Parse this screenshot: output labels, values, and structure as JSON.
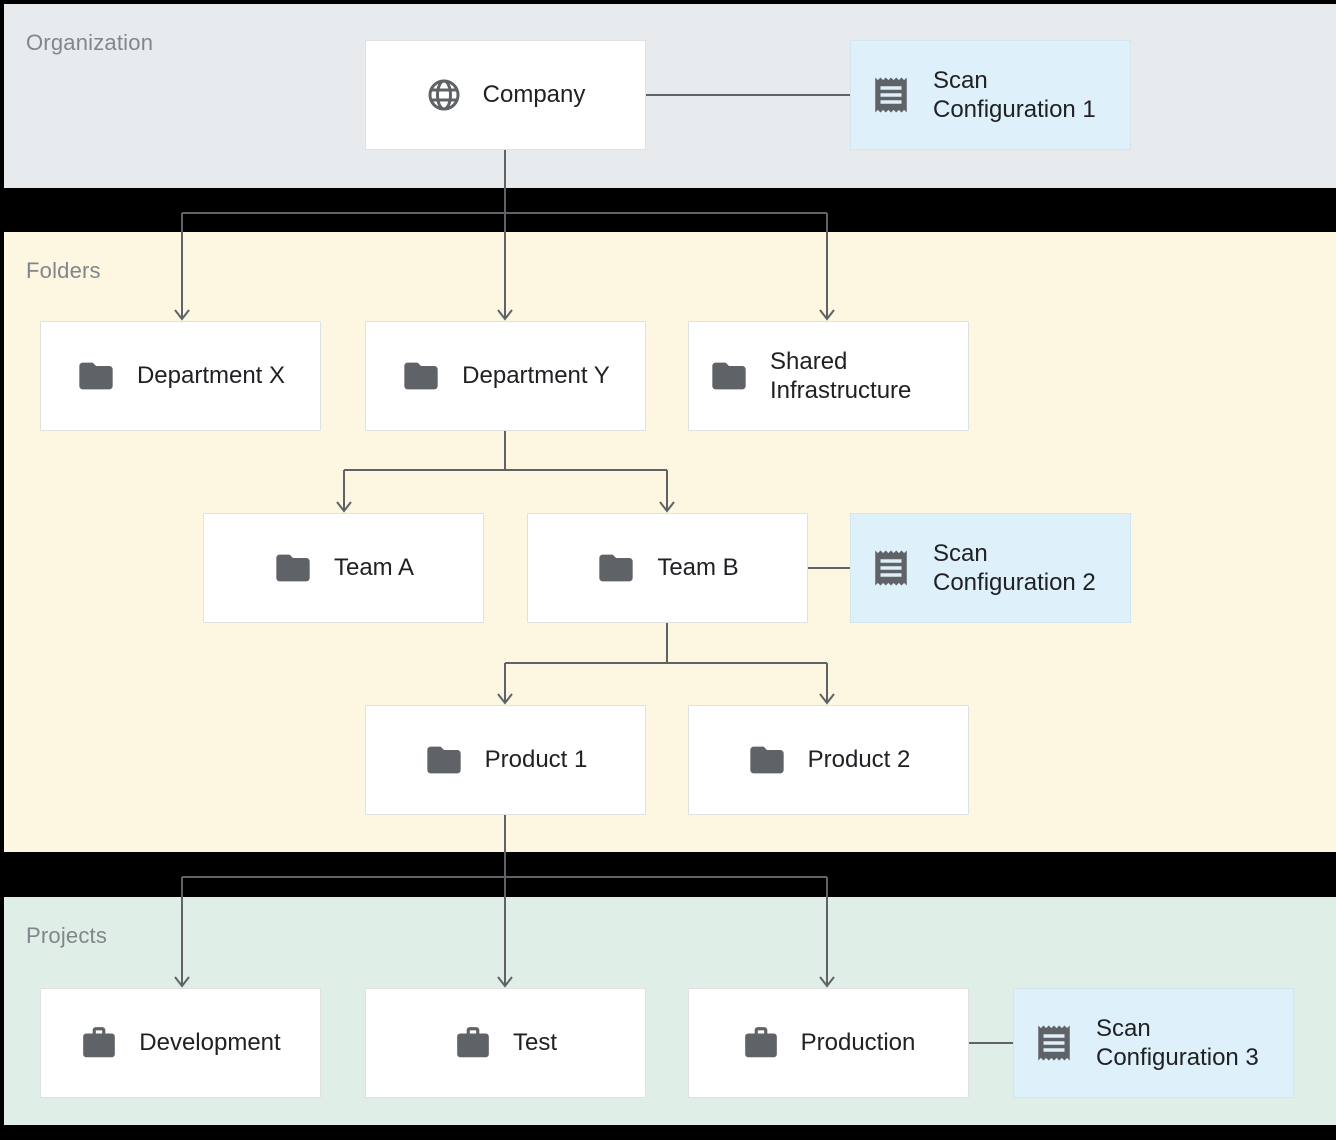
{
  "bands": {
    "organization": {
      "label": "Organization"
    },
    "folders": {
      "label": "Folders"
    },
    "projects": {
      "label": "Projects"
    }
  },
  "nodes": {
    "company": {
      "label": "Company",
      "icon": "globe-icon",
      "band": "organization"
    },
    "scan_config_1": {
      "label": "Scan Configuration 1",
      "icon": "receipt-icon",
      "band": "organization"
    },
    "department_x": {
      "label": "Department X",
      "icon": "folder-icon",
      "band": "folders"
    },
    "department_y": {
      "label": "Department Y",
      "icon": "folder-icon",
      "band": "folders"
    },
    "shared_infrastructure": {
      "label": "Shared Infrastructure",
      "icon": "folder-icon",
      "band": "folders"
    },
    "team_a": {
      "label": "Team A",
      "icon": "folder-icon",
      "band": "folders"
    },
    "team_b": {
      "label": "Team B",
      "icon": "folder-icon",
      "band": "folders"
    },
    "scan_config_2": {
      "label": "Scan Configuration 2",
      "icon": "receipt-icon",
      "band": "folders"
    },
    "product_1": {
      "label": "Product 1",
      "icon": "folder-icon",
      "band": "folders"
    },
    "product_2": {
      "label": "Product 2",
      "icon": "folder-icon",
      "band": "folders"
    },
    "development": {
      "label": "Development",
      "icon": "briefcase-icon",
      "band": "projects"
    },
    "test": {
      "label": "Test",
      "icon": "briefcase-icon",
      "band": "projects"
    },
    "production": {
      "label": "Production",
      "icon": "briefcase-icon",
      "band": "projects"
    },
    "scan_config_3": {
      "label": "Scan Configuration 3",
      "icon": "receipt-icon",
      "band": "projects"
    }
  },
  "edges": {
    "hierarchy": [
      {
        "from": "company",
        "to": "department_x"
      },
      {
        "from": "company",
        "to": "department_y"
      },
      {
        "from": "company",
        "to": "shared_infrastructure"
      },
      {
        "from": "department_y",
        "to": "team_a"
      },
      {
        "from": "department_y",
        "to": "team_b"
      },
      {
        "from": "team_b",
        "to": "product_1"
      },
      {
        "from": "team_b",
        "to": "product_2"
      },
      {
        "from": "product_1",
        "to": "development"
      },
      {
        "from": "product_1",
        "to": "test"
      },
      {
        "from": "product_1",
        "to": "production"
      }
    ],
    "associations": [
      {
        "from": "company",
        "to": "scan_config_1"
      },
      {
        "from": "team_b",
        "to": "scan_config_2"
      },
      {
        "from": "production",
        "to": "scan_config_3"
      }
    ]
  },
  "colors": {
    "background": "#000000",
    "organization_band": "#e8ebee",
    "folders_band": "#fdf6e1",
    "projects_band": "#dfeee6",
    "scan_config_fill": "#def0f9",
    "node_fill": "#ffffff",
    "node_border": "#e0e1e2",
    "connector": "#5f6368",
    "icon": "#5f6368",
    "node_text": "#202124",
    "band_label_text": "#81868c"
  }
}
